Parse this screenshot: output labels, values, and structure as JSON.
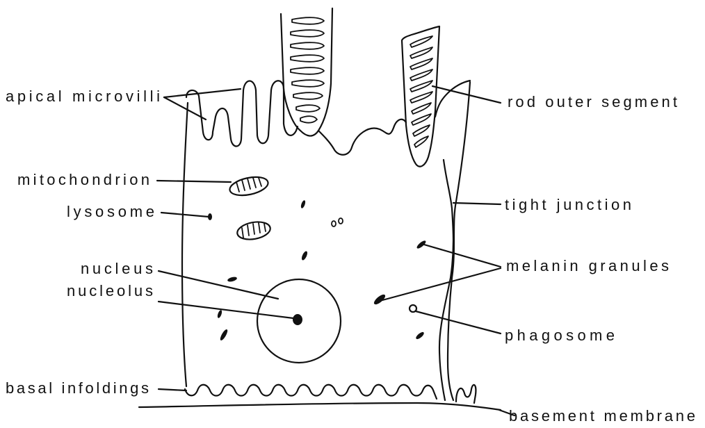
{
  "diagram": {
    "labels": {
      "apical_microvilli": "apical microvilli",
      "mitochondrion": "mitochondrion",
      "lysosome": "lysosome",
      "nucleus": "nucleus",
      "nucleolus": "nucleolus",
      "basal_infoldings": "basal infoldings",
      "rod_outer_segment": "rod outer segment",
      "tight_junction": "tight junction",
      "melanin_granules": "melanin granules",
      "phagosome": "phagosome",
      "basement_membrane": "basement membrane"
    },
    "ink_color": "#111111",
    "background_color": "#ffffff"
  }
}
